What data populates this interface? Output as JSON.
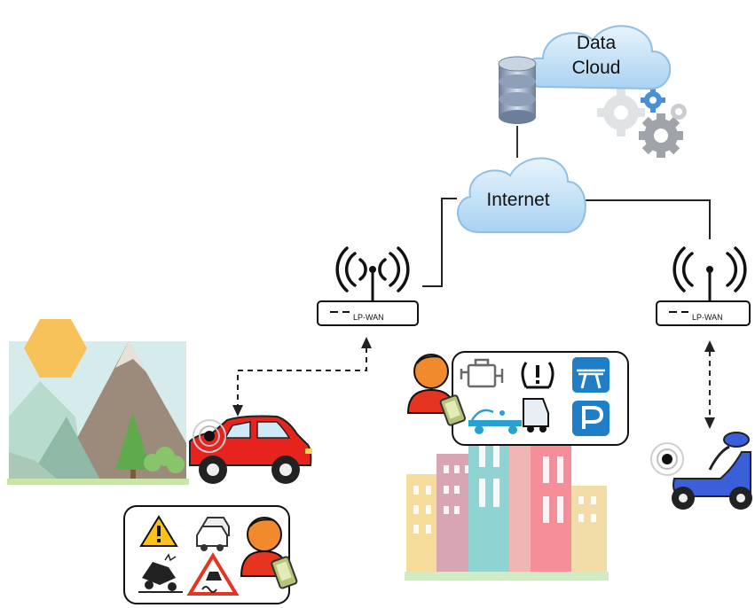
{
  "data_cloud": {
    "line1": "Data",
    "line2": "Cloud"
  },
  "internet": {
    "label": "Internet"
  },
  "gateways": [
    {
      "label": "LP-WAN"
    },
    {
      "label": "LP-WAN"
    }
  ],
  "icons": {
    "service_panel_city": [
      "engine-icon",
      "tire-pressure-warning-icon",
      "highway-icon",
      "tow-truck-icon",
      "parking-icon"
    ],
    "service_panel_rural": [
      "warning-triangle-icon",
      "traffic-jam-icon",
      "accident-icon",
      "slippery-road-icon"
    ]
  },
  "colors": {
    "cloud_fill": "#bfe0f7",
    "car_red": "#e8231d",
    "scooter_blue": "#3a5fd9",
    "highway_blue": "#1f7ec8",
    "person_orange": "#f08a2c",
    "person_red": "#e53420"
  }
}
